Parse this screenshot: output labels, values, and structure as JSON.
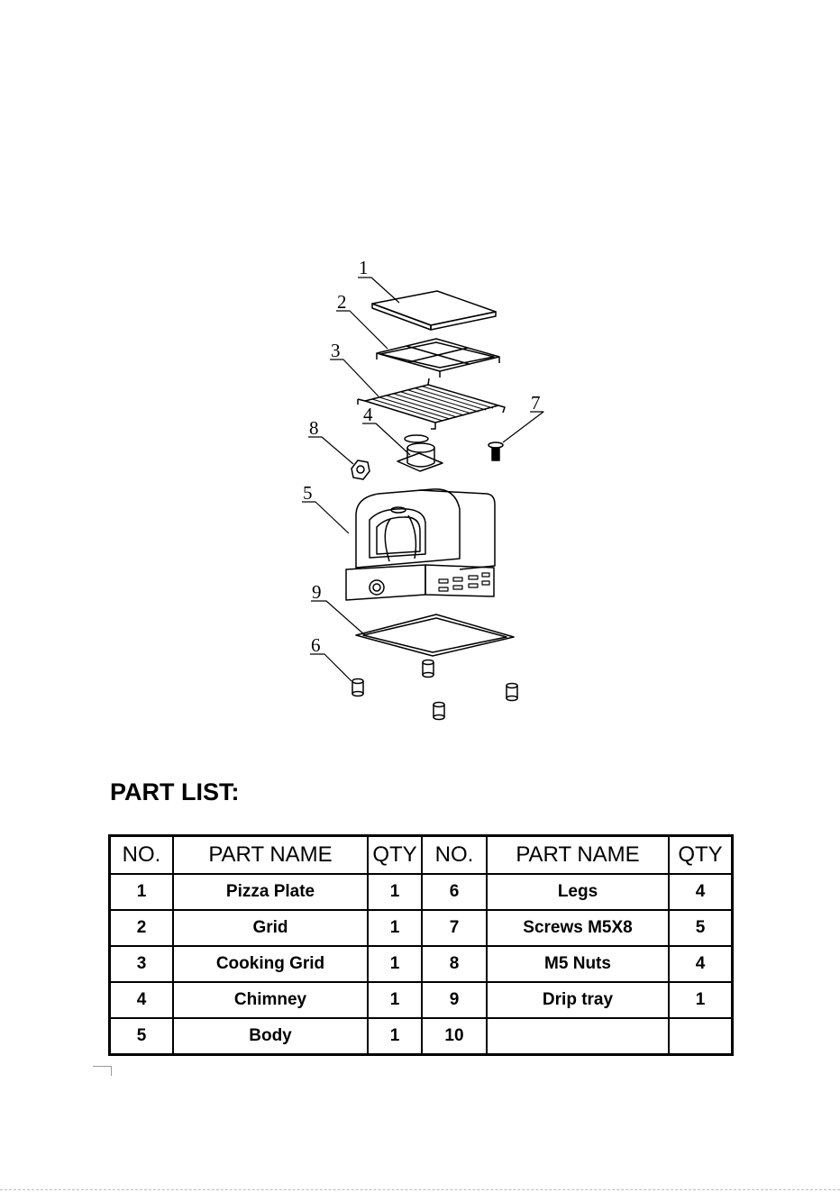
{
  "diagram": {
    "callouts": [
      "1",
      "2",
      "3",
      "4",
      "5",
      "6",
      "7",
      "8",
      "9"
    ]
  },
  "part_list": {
    "heading": "PART LIST:",
    "headers": [
      "NO.",
      "PART NAME",
      "QTY",
      "NO.",
      "PART NAME",
      "QTY"
    ],
    "rows": [
      [
        "1",
        "Pizza Plate",
        "1",
        "6",
        "Legs",
        "4"
      ],
      [
        "2",
        "Grid",
        "1",
        "7",
        "Screws M5X8",
        "5"
      ],
      [
        "3",
        "Cooking Grid",
        "1",
        "8",
        "M5 Nuts",
        "4"
      ],
      [
        "4",
        "Chimney",
        "1",
        "9",
        "Drip tray",
        "1"
      ],
      [
        "5",
        "Body",
        "1",
        "10",
        "",
        ""
      ]
    ]
  }
}
